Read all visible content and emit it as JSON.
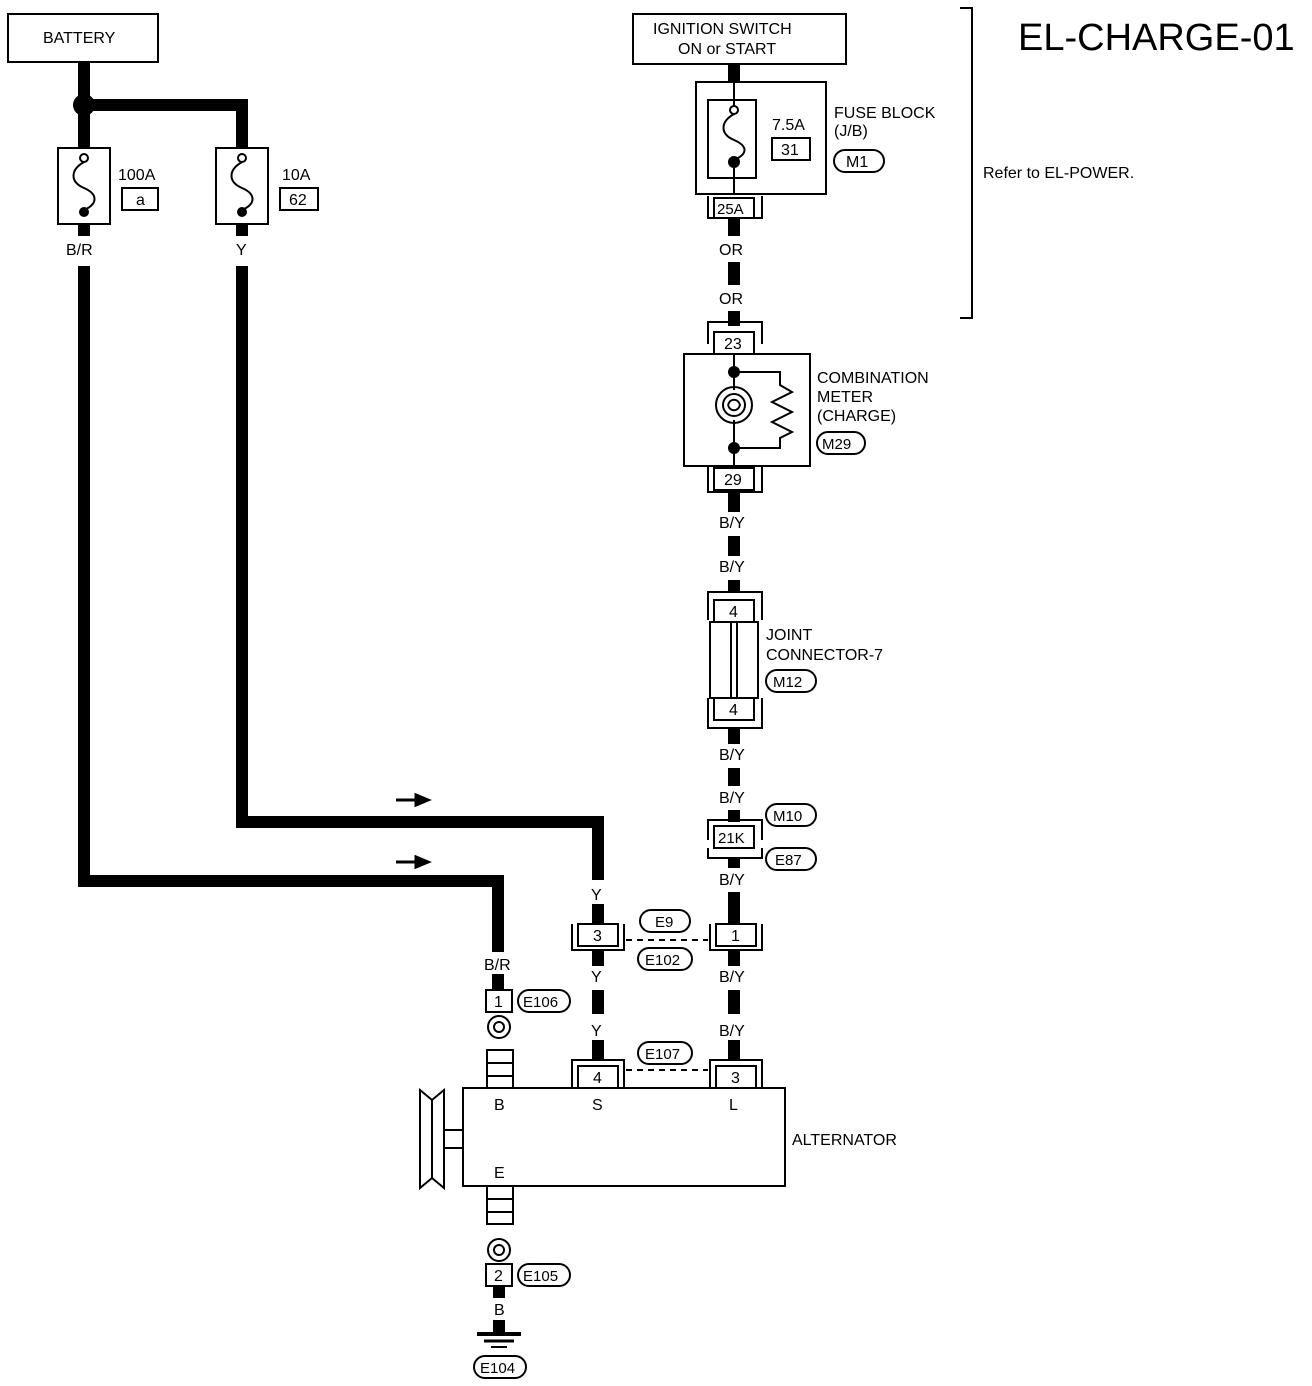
{
  "page_title": "EL-CHARGE-01",
  "battery": {
    "label": "BATTERY"
  },
  "ignition": {
    "line1": "IGNITION SWITCH",
    "line2": "ON or START"
  },
  "fuse_100a": {
    "rating": "100A",
    "id": "a"
  },
  "fuse_10a": {
    "rating": "10A",
    "id": "62"
  },
  "fuse_block": {
    "line1": "FUSE BLOCK",
    "line2": "(J/B)",
    "rating": "7.5A",
    "fuse_no": "31",
    "connector": "M1",
    "terminal": "25A"
  },
  "refer_note": "Refer to EL-POWER.",
  "combination_meter": {
    "line1": "COMBINATION",
    "line2": "METER",
    "line3": "(CHARGE)",
    "connector": "M29",
    "terminal_top": "23",
    "terminal_bottom": "29"
  },
  "joint_connector": {
    "line1": "JOINT",
    "line2": "CONNECTOR-7",
    "connector": "M12",
    "terminal_top": "4",
    "terminal_bottom": "4"
  },
  "connector_m10": {
    "top": "M10",
    "bottom": "E87",
    "terminal": "21K"
  },
  "connector_e9": {
    "top": "E9",
    "bottom": "E102",
    "terminal_left": "3",
    "terminal_right": "1"
  },
  "connector_e107": {
    "label": "E107",
    "terminal_left": "4",
    "terminal_right": "3"
  },
  "connector_e106": {
    "terminal": "1",
    "label": "E106"
  },
  "connector_e105": {
    "terminal": "2",
    "label": "E105"
  },
  "ground": {
    "label": "E104"
  },
  "alternator": {
    "label": "ALTERNATOR",
    "terminal_b": "B",
    "terminal_s": "S",
    "terminal_l": "L",
    "terminal_e": "E"
  },
  "wire_colors": {
    "br_top": "B/R",
    "y_top": "Y",
    "or_1": "OR",
    "or_2": "OR",
    "by_1": "B/Y",
    "by_2": "B/Y",
    "by_3": "B/Y",
    "by_4": "B/Y",
    "by_5": "B/Y",
    "by_6": "B/Y",
    "by_7": "B/Y",
    "y_1": "Y",
    "y_2": "Y",
    "y_3": "Y",
    "br_bottom": "B/R",
    "b_ground": "B"
  }
}
